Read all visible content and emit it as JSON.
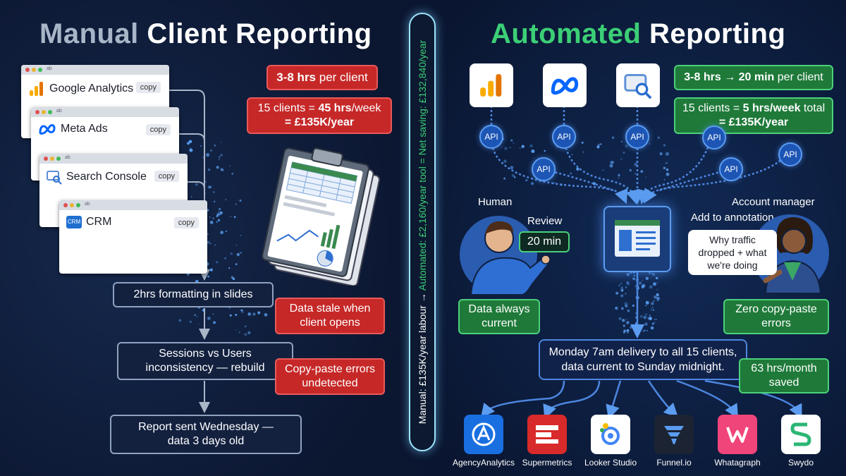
{
  "left": {
    "title_a": "Manual",
    "title_b": "Client Reporting",
    "windows": [
      {
        "name": "Google Analytics",
        "copy": "copy",
        "tab": "ab"
      },
      {
        "name": "Meta Ads",
        "copy": "copy",
        "tab": "ab"
      },
      {
        "name": "Search Console",
        "copy": "copy",
        "tab": "ab"
      },
      {
        "name": "CRM",
        "copy": "copy",
        "tab": "ab"
      }
    ],
    "crm_badge": "CRM",
    "cost_per_client": {
      "bold": "3-8 hrs",
      "rest": " per client"
    },
    "cost_total": {
      "line1_a": "15 clients = ",
      "line1_b": "45 hrs",
      "line1_c": "/week",
      "line2": "= £135K/year"
    },
    "steps": [
      "2hrs formatting in slides",
      "Sessions vs Users",
      "inconsistency — rebuild",
      "Report sent Wednesday —",
      "data 3 days old"
    ],
    "problems": [
      {
        "line1": "Data stale when",
        "line2": "client opens"
      },
      {
        "line1": "Copy-paste errors",
        "line2": "undetected"
      }
    ]
  },
  "divider": {
    "part_a": "Manual: £135K/year labour → ",
    "part_b": "Automated: £2,160/year tool = Net saving: £132,840/year"
  },
  "right": {
    "title_a": "Automated",
    "title_b": "Reporting",
    "api_label": "API",
    "time_per_client": {
      "bold": "3-8 hrs → 20 min",
      "rest": " per client"
    },
    "time_total": {
      "line1_a": "15 clients = ",
      "line1_b": "5 hrs/week",
      "line1_c": " total",
      "line2": "= £135K/year"
    },
    "human_label": "Human",
    "review_label": "Review",
    "review_time": "20 min",
    "am_label": "Account manager",
    "annotation_label": "Add to annotation",
    "bubble": [
      "Why traffic",
      "dropped + what",
      "we're doing"
    ],
    "benefit_left": {
      "line1": "Data always",
      "line2": "current"
    },
    "benefit_right": {
      "line1": "Zero copy-paste",
      "line2": "errors"
    },
    "delivery": {
      "line1": "Monday 7am delivery to all 15 clients,",
      "line2": "data current to Sunday midnight."
    },
    "saved": {
      "line1": "63 hrs/month",
      "line2": "saved"
    },
    "tools": [
      "AgencyAnalytics",
      "Supermetrics",
      "Looker Studio",
      "Funnel.io",
      "Whatagraph",
      "Swydo"
    ]
  },
  "colors": {
    "bg": "#0d1a33",
    "red": "#c62828",
    "green": "#1f7a3a",
    "accent_green": "#3ccf76",
    "blue": "#1d55b5"
  }
}
